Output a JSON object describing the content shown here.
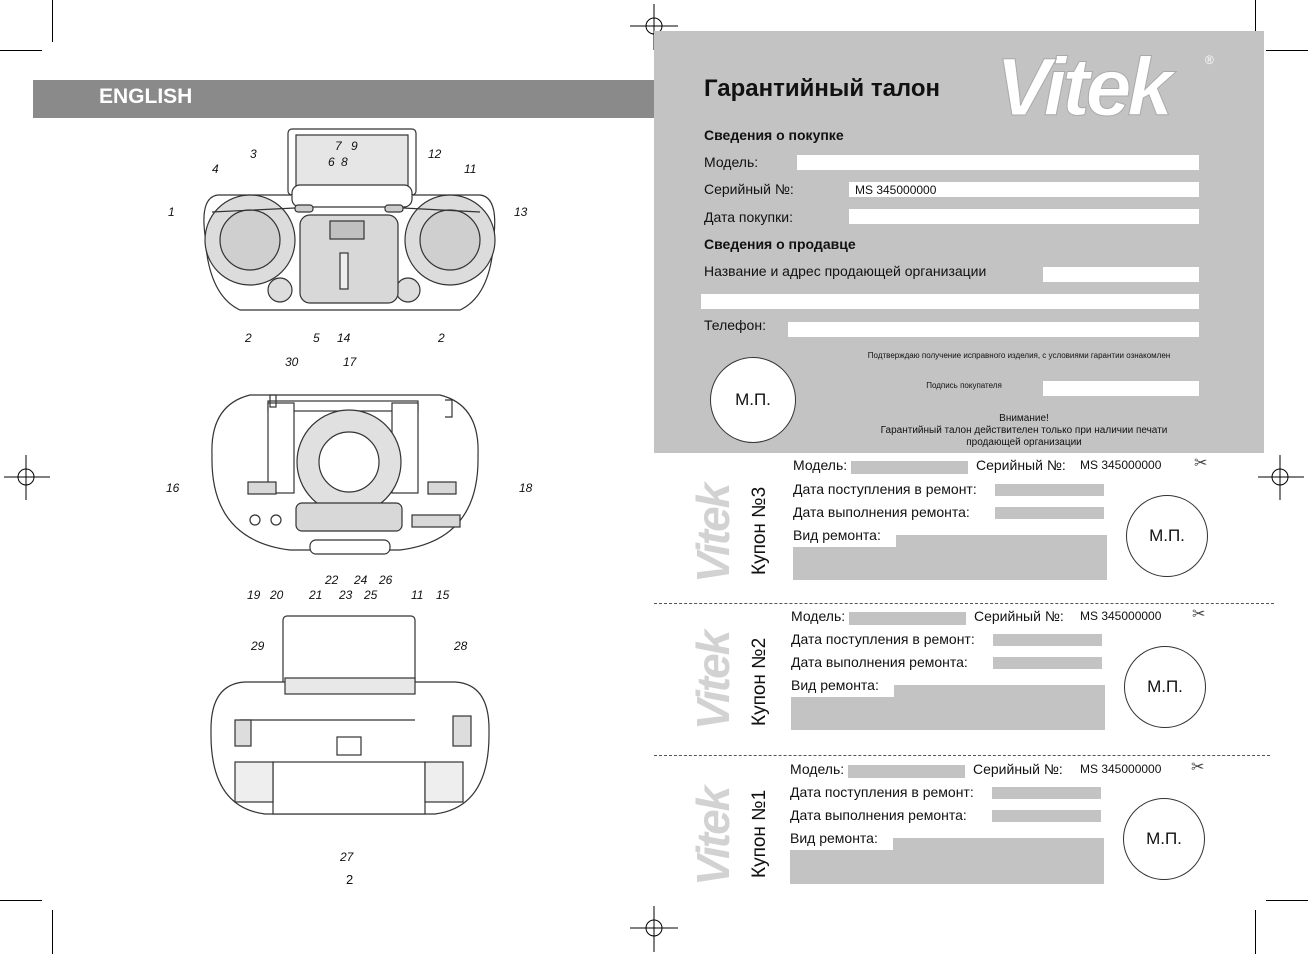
{
  "left_page": {
    "language": "ENGLISH",
    "page_number": "2",
    "callouts_front": [
      "1",
      "2",
      "2",
      "3",
      "4",
      "5",
      "6",
      "7",
      "8",
      "9",
      "11",
      "12",
      "13",
      "14"
    ],
    "callouts_top": [
      "16",
      "17",
      "18",
      "19",
      "20",
      "21",
      "22",
      "23",
      "24",
      "25",
      "26",
      "11",
      "15",
      "30"
    ],
    "callouts_back": [
      "27",
      "28",
      "29"
    ]
  },
  "warranty": {
    "title": "Гарантийный талон",
    "brand": "Vitek",
    "registered": "®",
    "purchase_section": "Сведения о покупке",
    "model_label": "Модель:",
    "serial_label": "Серийный №:",
    "serial_value": "MS 345000000",
    "date_label": "Дата покупки:",
    "seller_section": "Сведения о продавце",
    "seller_label": "Название и адрес продающей организации",
    "phone_label": "Телефон:",
    "confirm_text": "Подтверждаю получение исправного изделия, с условиями гарантии ознакомлен",
    "signature_label": "Подпись покупателя",
    "stamp": "М.П.",
    "notice_title": "Внимание!",
    "notice_line1": "Гарантийный талон действителен только при наличии печати",
    "notice_line2": "продающей организации"
  },
  "coupons": [
    {
      "title": "Купон №3",
      "model_label": "Модель:",
      "serial_label": "Серийный №:",
      "serial_value": "MS 345000000",
      "received_label": "Дата поступления в ремонт:",
      "done_label": "Дата выполнения ремонта:",
      "repair_label": "Вид ремонта:",
      "stamp": "М.П.",
      "brand": "Vitek"
    },
    {
      "title": "Купон №2",
      "model_label": "Модель:",
      "serial_label": "Серийный №:",
      "serial_value": "MS 345000000",
      "received_label": "Дата поступления в ремонт:",
      "done_label": "Дата выполнения ремонта:",
      "repair_label": "Вид ремонта:",
      "stamp": "М.П.",
      "brand": "Vitek"
    },
    {
      "title": "Купон №1",
      "model_label": "Модель:",
      "serial_label": "Серийный №:",
      "serial_value": "MS 345000000",
      "received_label": "Дата поступления в ремонт:",
      "done_label": "Дата выполнения ремонта:",
      "repair_label": "Вид ремонта:",
      "stamp": "М.П.",
      "brand": "Vitek"
    }
  ]
}
